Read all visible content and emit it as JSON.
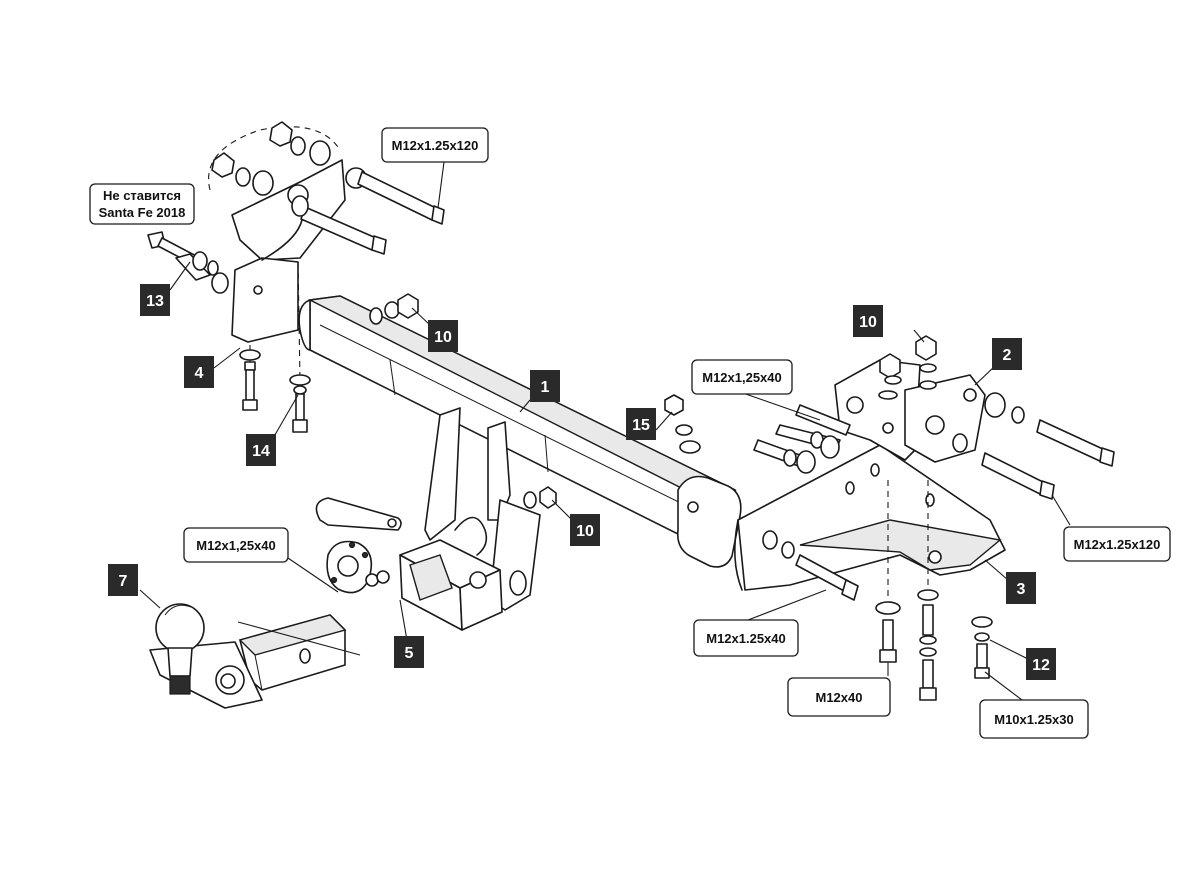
{
  "colors": {
    "line": "#1a1a1a",
    "badge_fill": "#2a2a2a",
    "badge_text": "#ffffff",
    "background": "#ffffff"
  },
  "labels": {
    "note_not_installed_line1": "Не ставится",
    "note_not_installed_line2": "Santa Fe 2018",
    "bolt_top_left": "M12x1.25x120",
    "bolt_right": "M12x1.25x120",
    "bolt_upper_right": "M12x1,25x40",
    "bolt_ball_mount": "M12x1,25x40",
    "bolt_lower_right": "M12x1.25x40",
    "bolt_bottom": "M12x40",
    "bolt_small": "M10x1.25x30"
  },
  "part_numbers": {
    "frame": "1",
    "right_bracket": "2",
    "right_plate": "3",
    "left_bracket": "4",
    "socket_plate": "5",
    "ball": "7",
    "nut_left": "10",
    "nut_upper_right": "10",
    "nut_center": "10",
    "washer_right": "12",
    "spacer_left": "13",
    "washer_left": "14",
    "nut_washer_center": "15"
  }
}
